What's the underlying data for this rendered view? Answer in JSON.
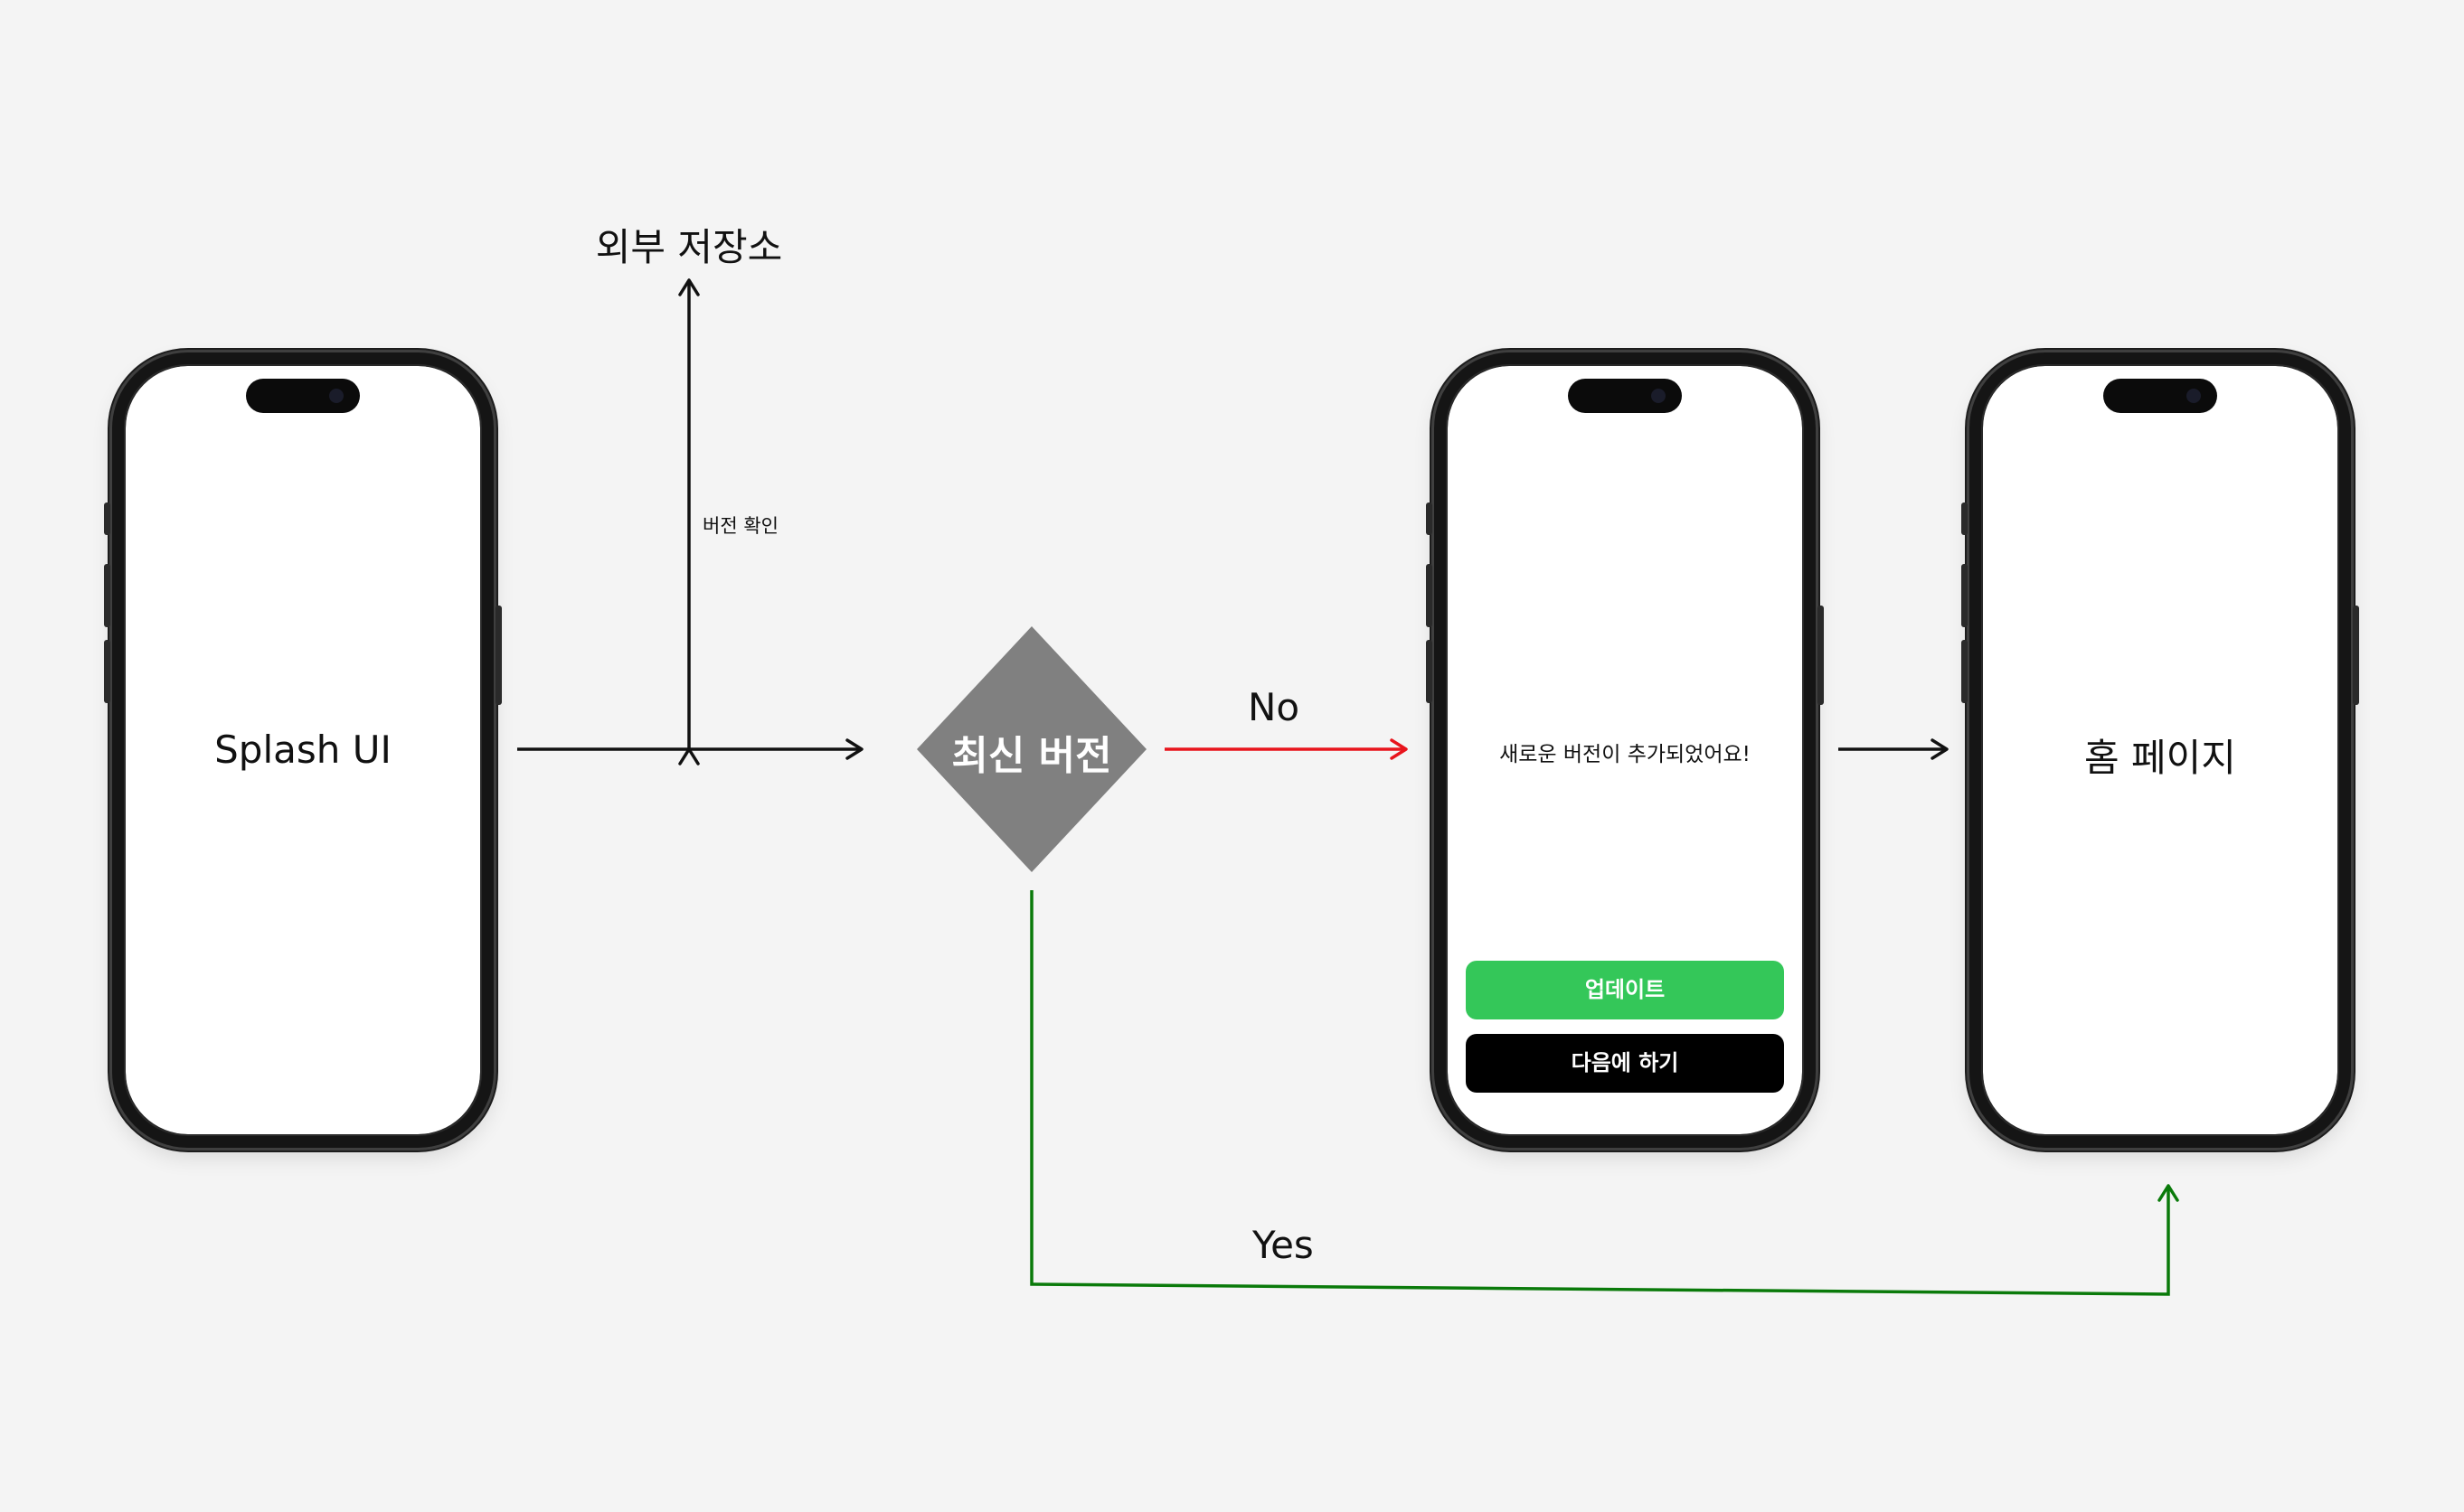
{
  "phones": {
    "splash": {
      "label": "Splash UI"
    },
    "update": {
      "message": "새로운 버전이 추가되었어요!",
      "primary_button": "업데이트",
      "secondary_button": "다음에 하기"
    },
    "home": {
      "label": "홈 페이지"
    }
  },
  "external_storage": {
    "label": "외부 저장소"
  },
  "version_check": {
    "label": "버전 확인"
  },
  "decision": {
    "label": "최신 버전"
  },
  "edges": {
    "no_label": "No",
    "yes_label": "Yes"
  },
  "colors": {
    "background": "#f4f4f4",
    "decision_fill": "#808080",
    "no_edge": "#e8141c",
    "yes_edge": "#0a7a0a",
    "update_button": "#34c759",
    "later_button": "#000000",
    "arrow": "#111111"
  }
}
